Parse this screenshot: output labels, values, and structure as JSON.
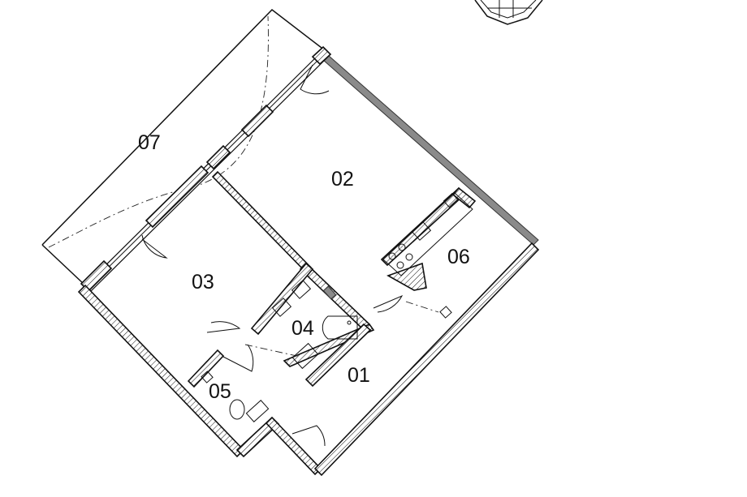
{
  "rooms": [
    {
      "id": "01",
      "label": "01"
    },
    {
      "id": "02",
      "label": "02"
    },
    {
      "id": "03",
      "label": "03"
    },
    {
      "id": "04",
      "label": "04"
    },
    {
      "id": "05",
      "label": "05"
    },
    {
      "id": "06",
      "label": "06"
    },
    {
      "id": "07",
      "label": "07"
    }
  ],
  "colors": {
    "wall_line": "#111111",
    "wall_hatch": "#111111",
    "exterior_wall_fill": "#8a8a8a",
    "background": "#ffffff"
  }
}
